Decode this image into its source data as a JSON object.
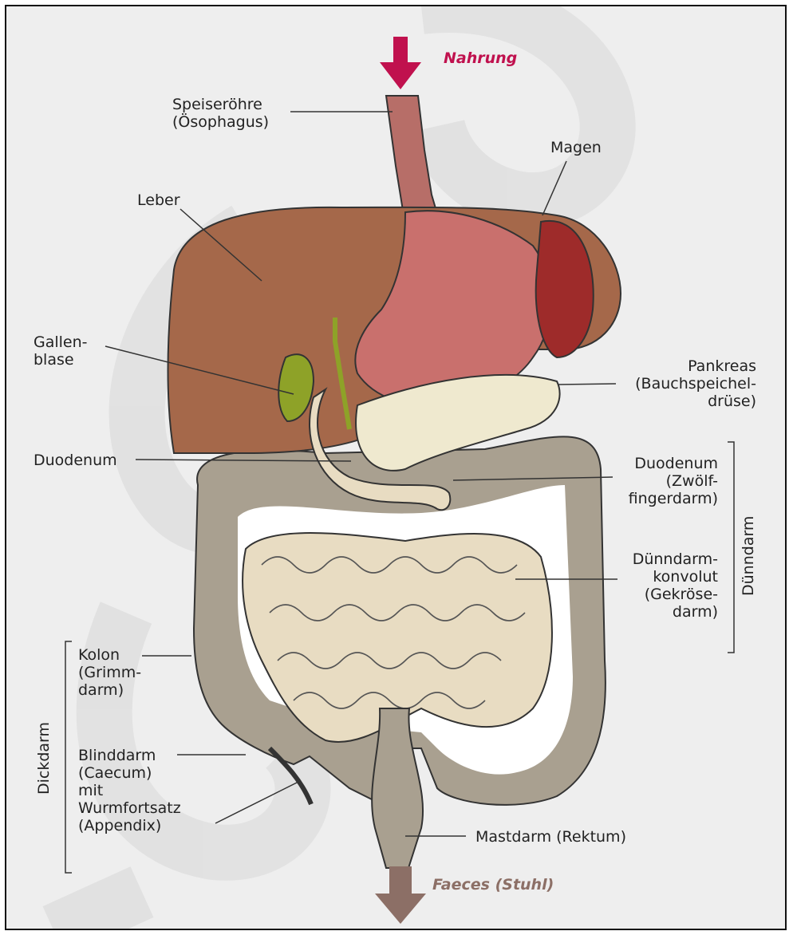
{
  "flow": {
    "in": "Nahrung",
    "out": "Faeces (Stuhl)"
  },
  "labels": {
    "esophagus": "Speiseröhre\n(Ösophagus)",
    "stomach": "Magen",
    "liver": "Leber",
    "gallbladder": "Gallen-\nblase",
    "pancreas": "Pankreas\n(Bauchspeichel-\ndrüse)",
    "duodenum_left": "Duodenum",
    "duodenum_right": "Duodenum\n(Zwölf-\nfingerdarm)",
    "small_intestine": "Dünndarm-\nkonvolut\n(Gekröse-\ndarm)",
    "colon": "Kolon\n(Grimm-\ndarm)",
    "caecum": "Blinddarm\n(Caecum)\nmit\nWurmfortsatz\n(Appendix)",
    "rectum": "Mastdarm (Rektum)"
  },
  "groups": {
    "small": "Dünndarm",
    "large": "Dickdarm"
  },
  "colors": {
    "nahrung_arrow": "#c0114e",
    "faeces_arrow": "#8c6f66",
    "liver": "#a5684a",
    "stomach": "#c9706d",
    "spleen": "#9e2b2a",
    "gallbladder": "#8ea228",
    "pancreas": "#efe9cf",
    "small_intestine": "#e8dcc2",
    "colon": "#a9a090",
    "background": "#eeeeee"
  }
}
